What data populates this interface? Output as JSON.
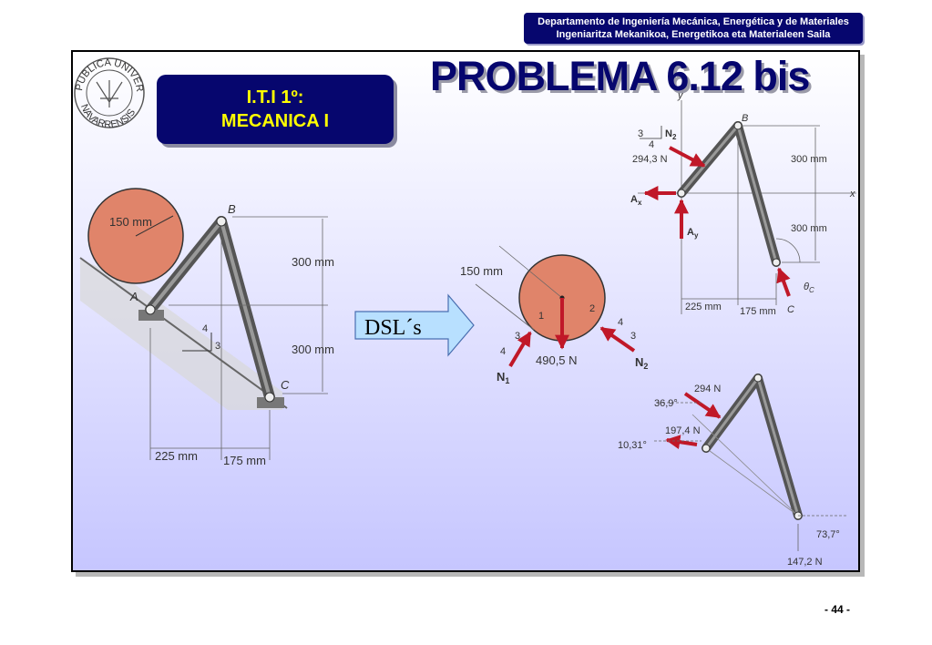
{
  "header": {
    "dept_line1": "Departamento de Ingeniería Mecánica, Energética y de Materiales",
    "dept_line2": "Ingeniaritza Mekanikoa, Energetikoa eta Materialeen Saila"
  },
  "course": {
    "line1": "I.T.I 1º:",
    "line2": "MECANICA I"
  },
  "title": "PROBLEMA 6.12 bis",
  "logo": {
    "text_top": "PUBLICA UNIVERSITAS",
    "text_bottom": "NAVARRENSIS"
  },
  "figure_main": {
    "radius": "150 mm",
    "point_a": "A",
    "point_b": "B",
    "point_c": "C",
    "dim_300_top": "300 mm",
    "dim_300_bot": "300 mm",
    "dim_225": "225 mm",
    "dim_175": "175 mm",
    "slope_4": "4",
    "slope_3": "3"
  },
  "arrow_label": "DSL´s",
  "fbd_disk": {
    "radius": "150 mm",
    "weight": "490,5 N",
    "n1": "N",
    "n1_sub": "1",
    "n2": "N",
    "n2_sub": "2",
    "s3a": "3",
    "s4a": "4",
    "s4b": "4",
    "s3b": "3",
    "p1": "1",
    "p2": "2"
  },
  "fbd_bar": {
    "y_axis": "y",
    "x_axis": "x",
    "point_b": "B",
    "point_c": "C",
    "s3": "3",
    "s4": "4",
    "n2": "N",
    "n2_sub": "2",
    "force": "294,3 N",
    "ax": "A",
    "ax_sub": "x",
    "ay": "A",
    "ay_sub": "y",
    "dim_300_top": "300 mm",
    "dim_300_bot": "300 mm",
    "dim_225": "225 mm",
    "dim_175": "175 mm",
    "theta": "θ",
    "theta_sub": "C"
  },
  "fbd_result": {
    "f1": "294 N",
    "a1": "36,9°",
    "f2": "197,4 N",
    "a2": "10,31°",
    "a3": "73,7°",
    "f3": "147,2 N"
  },
  "page": {
    "number": "- 44 -"
  }
}
